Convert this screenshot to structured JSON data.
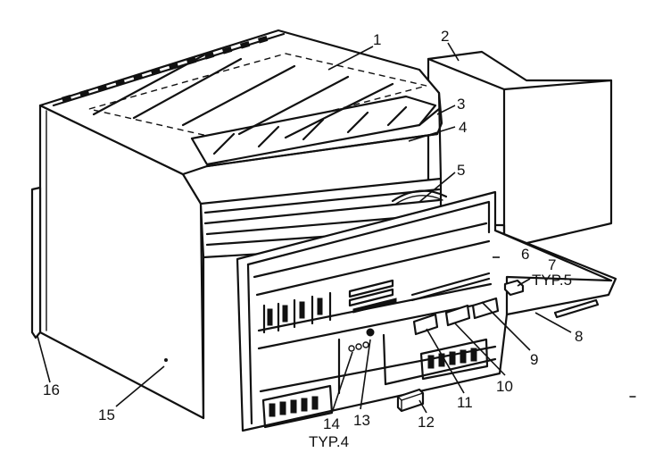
{
  "callouts": [
    {
      "id": "1",
      "text": "1"
    },
    {
      "id": "2",
      "text": "2"
    },
    {
      "id": "3",
      "text": "3"
    },
    {
      "id": "4",
      "text": "4"
    },
    {
      "id": "5",
      "text": "5"
    },
    {
      "id": "6",
      "text": "6"
    },
    {
      "id": "7",
      "text": "7"
    },
    {
      "id": "8",
      "text": "8"
    },
    {
      "id": "9",
      "text": "9"
    },
    {
      "id": "10",
      "text": "10"
    },
    {
      "id": "11",
      "text": "11"
    },
    {
      "id": "12",
      "text": "12"
    },
    {
      "id": "13",
      "text": "13"
    },
    {
      "id": "14",
      "text": "14"
    },
    {
      "id": "15",
      "text": "15"
    },
    {
      "id": "16",
      "text": "16"
    }
  ],
  "notes": {
    "typ5": "TYP.5",
    "typ4": "TYP.4"
  }
}
